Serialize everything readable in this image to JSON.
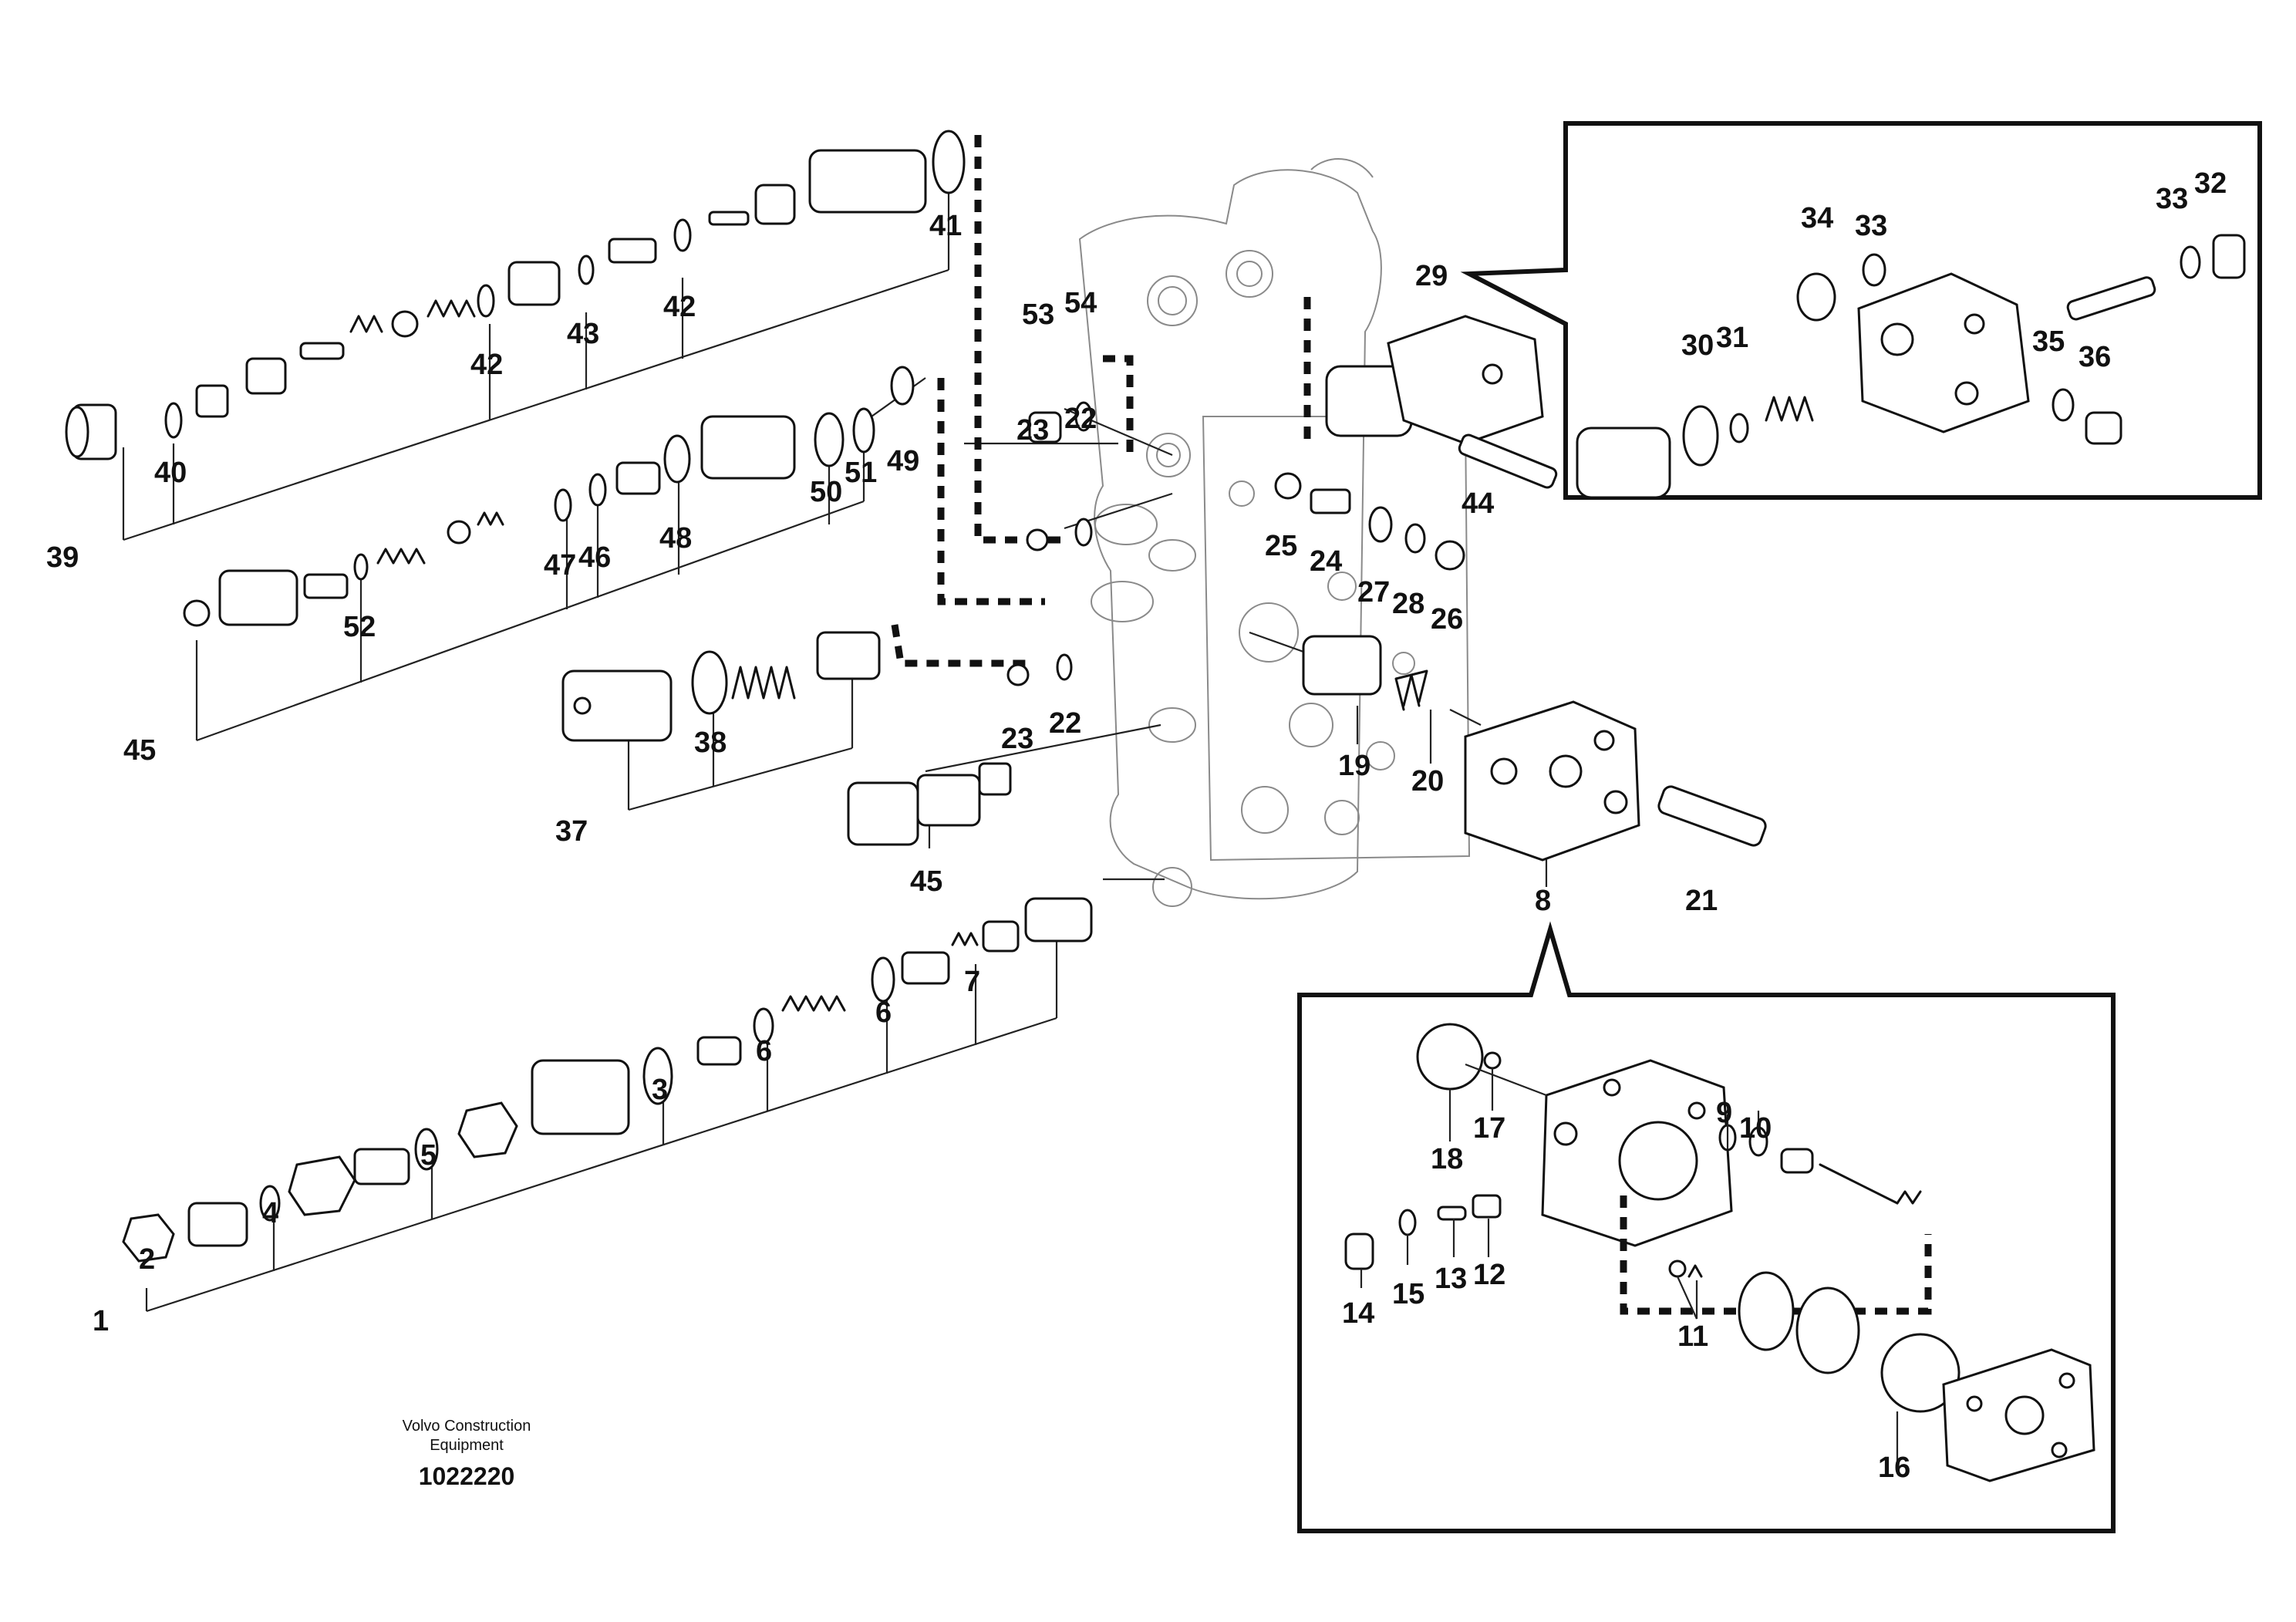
{
  "diagram": {
    "labels": [
      "1",
      "2",
      "3",
      "4",
      "5",
      "6",
      "6",
      "7",
      "8",
      "9",
      "10",
      "11",
      "12",
      "13",
      "14",
      "15",
      "16",
      "17",
      "18",
      "19",
      "20",
      "21",
      "22",
      "22",
      "23",
      "23",
      "24",
      "25",
      "26",
      "27",
      "28",
      "29",
      "30",
      "31",
      "32",
      "33",
      "33",
      "34",
      "35",
      "36",
      "37",
      "38",
      "39",
      "40",
      "41",
      "42",
      "42",
      "43",
      "44",
      "45",
      "45",
      "46",
      "47",
      "48",
      "49",
      "50",
      "51",
      "52",
      "53",
      "54"
    ]
  },
  "footer": {
    "company_line1": "Volvo Construction",
    "company_line2": "Equipment",
    "drawing_number": "1022220"
  }
}
